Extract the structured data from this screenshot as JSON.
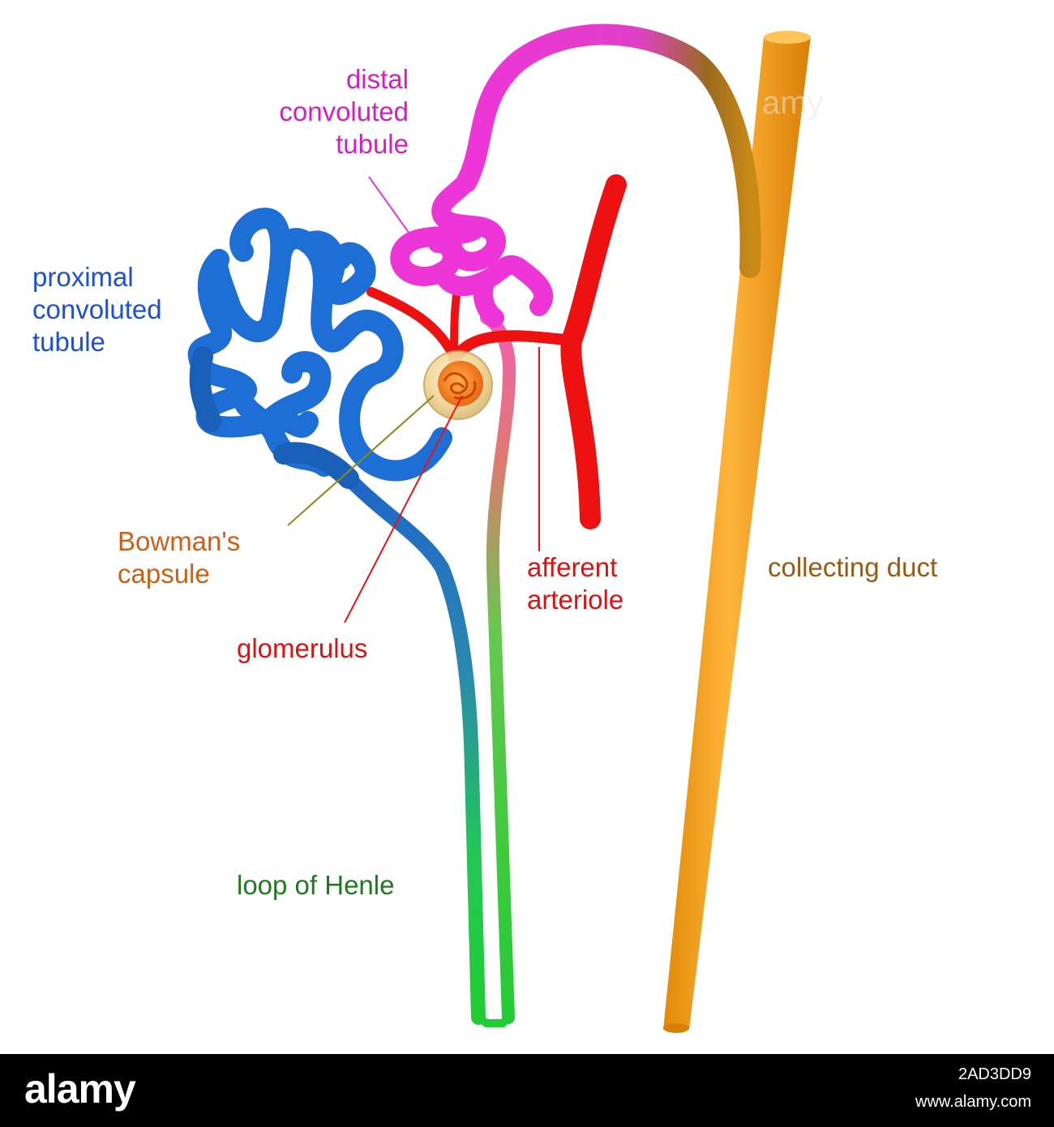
{
  "labels": {
    "distal": {
      "lines": [
        "distal",
        "convoluted",
        "tubule"
      ],
      "color": "#d61fbf"
    },
    "proximal": {
      "lines": [
        "proximal",
        "convoluted",
        "tubule"
      ],
      "color": "#1d4fd8"
    },
    "bowman": {
      "lines": [
        "Bowman's",
        "capsule"
      ],
      "color": "#cf5f14"
    },
    "glomerulus": {
      "lines": [
        "glomerulus"
      ],
      "color": "#e01010"
    },
    "afferent": {
      "lines": [
        "afferent",
        "arteriole"
      ],
      "color": "#e01010"
    },
    "collecting": {
      "lines": [
        "collecting duct"
      ],
      "color": "#9a5a10"
    },
    "loop": {
      "lines": [
        "loop of Henle"
      ],
      "color": "#1f7a1f"
    }
  },
  "footer": {
    "brand": "alamy",
    "image_id": "2AD3DD9",
    "site": "www.alamy.com"
  },
  "colors": {
    "proximal_tubule": "#1d6fd6",
    "distal_tubule": "#ee35d8",
    "arteriole": "#ee1111",
    "loop_green": "#22cc33",
    "collecting_duct": "#f29d12",
    "capsule": "#f2a640",
    "footer_bg": "#000000"
  }
}
